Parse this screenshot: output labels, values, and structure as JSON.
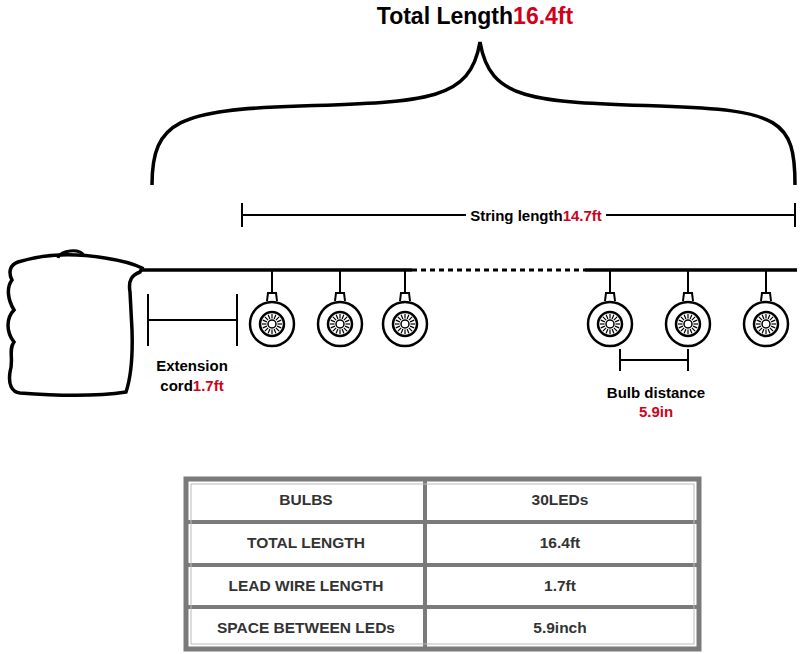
{
  "diagram": {
    "title": "Total Length",
    "labels": [
      "16.4ft",
      "String length",
      "14.7ft",
      "Extension cord",
      "1.7ft",
      "Bulb distance",
      "5.9in",
      "BULBS",
      "30LEDs",
      "TOTAL LENGTH",
      "16.4ft",
      "LEAD WIRE LENGTH",
      "1.7ft",
      "SPACE BETWEEN LEDs",
      "5.9inch"
    ]
  }
}
